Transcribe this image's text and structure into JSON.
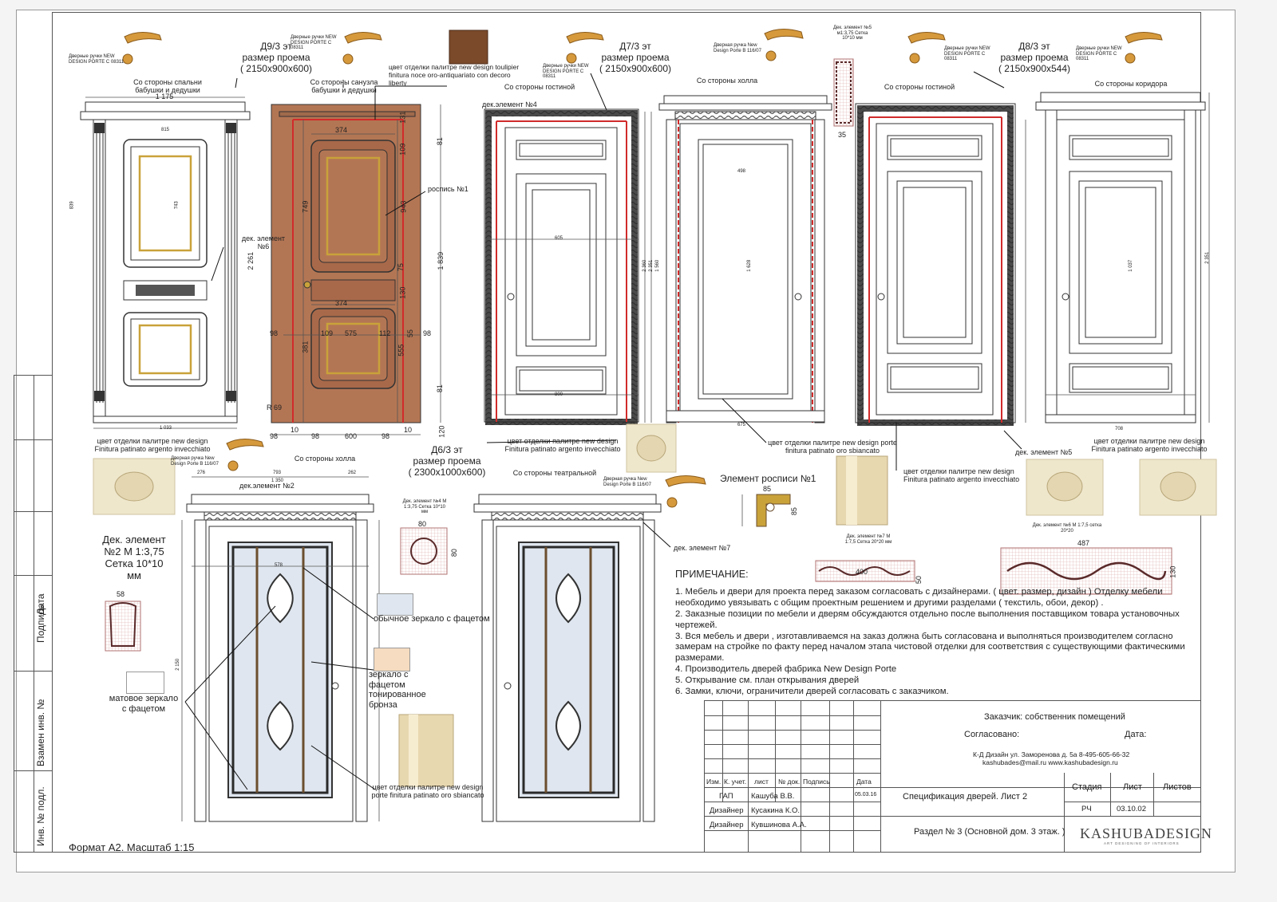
{
  "sheet": {
    "format_label": "Формат А2. Масштаб 1:15",
    "side_labels": [
      "Инв. № подл.",
      "Взамен инв. №",
      "Подпись",
      "Дата"
    ]
  },
  "top_row": {
    "d9": {
      "title": "Д9/3 эт",
      "subtitle": "размер проема",
      "size": "( 2150x900x600)",
      "side_left": "Со стороны  спальни бабушки и дедушки",
      "side_right": "Со стороны санузла бабушки и дедушки",
      "handle_label": "Дверные ручки NEW DESIGN PORTE C 08311",
      "handle_label_2": "Дверные ручки NEW DESIGN PORTE C 08311",
      "finish_top": "цвет отделки палитре new design toulipier finitura noce oro-antiquariato con decoro liberty",
      "finish_bottom": "цвет отделки палитре new design Finitura patinato argento invecchiato",
      "dec_element": "дек. элемент №6",
      "painting": "роспись №1",
      "dims": {
        "w1": "1 175",
        "w2": "815",
        "w3": "1 033",
        "h1": "2 261",
        "h2": "839",
        "h3": "743",
        "a": "374",
        "b": "374",
        "c": "575",
        "d": "943",
        "e": "749",
        "f": "381",
        "g": "555",
        "h": "1 839",
        "i": "98",
        "j": "600",
        "k": "10",
        "r": "R 69",
        "n": "131",
        "m": "109",
        "o": "81",
        "p": "75",
        "q": "130",
        "s": "120",
        "u": "112",
        "v": "55",
        "x": "109"
      }
    },
    "d7": {
      "title": "Д7/3 эт",
      "subtitle": "размер проема",
      "size": "( 2150x900x600)",
      "side_left": "Со стороны гостиной",
      "side_right": "Со стороны холла",
      "handle_label": "Дверные ручки NEW DESIGN PORTE C 08311",
      "handle_label_2": "Дверная ручка New Design Porte В 116/07",
      "dec4": "дек.элемент №4",
      "dec5": "Дек. элемент №5 м1:3,75 Сетка 10*10 мм",
      "dec5_dim": "35",
      "finish_left": "цвет отделки палитре new design Finitura patinato argento invecchiato",
      "finish_right": "цвет отделки палитре new design porte finitura patinato oro sbiancato",
      "dims": {
        "a": "605",
        "b": "800",
        "c": "498",
        "d": "1 628",
        "e": "2 360",
        "f": "2 351",
        "g": "1 560",
        "h": "675"
      }
    },
    "d8": {
      "title": "Д8/3 эт",
      "subtitle": "размер проема",
      "size": "( 2150x900x544)",
      "side_left": "Со стороны гостиной",
      "side_right": "Со стороны коридора",
      "handle_label": "Дверные ручки NEW DESIGN PORTE C 08311",
      "handle_label_2": "Дверные ручки NEW DESIGN PORTE C 08311",
      "finish_left": "цвет отделки палитре new design Finitura patinato argento invecchiato",
      "finish_right": "цвет отделки палитре new design Finitura patinato argento invecchiato",
      "dec5": "дек. элемент №5",
      "dims": {
        "a": "2 351",
        "b": "708",
        "c": "1 037"
      }
    }
  },
  "bottom_row": {
    "d6": {
      "title": "Д6/3 эт",
      "subtitle": "размер проема",
      "size": "( 2300x1000x600)",
      "side_left": "Со стороны холла",
      "side_right": "Со стороны театральной",
      "handle_label": "Дверная ручка New Design Porte В 116/07",
      "handle_label_2": "Дверная ручка New Design Porte В 116/07",
      "dec2": "дек.элемент №2",
      "dec7": "дек. элемент №7",
      "dims": {
        "a": "1 350",
        "b": "793",
        "c": "276",
        "d": "262",
        "e": "578",
        "f": "2 150"
      },
      "finish": "цвет отделки палитре new design porte finitura patinato oro sbiancato"
    },
    "dec2_block": {
      "text": "Дек. элемент №2 М 1:3,75 Сетка 10*10 мм",
      "dim": "58"
    },
    "dec4_block": {
      "text": "Дек. элемент №4 М 1:3,75 Сетка 10*10 мм",
      "dim": "80",
      "dim2": "80"
    },
    "dec7_block": {
      "text": "Дек. элемент №7 М 1:7,5 Сетка 20*20 мм",
      "dim": "400",
      "dim2": "50"
    },
    "dec6_block": {
      "text": "Дек. элемент №6 М 1:7,5 сетка 20*20",
      "dim": "487",
      "dim2": "130"
    },
    "painting_block": {
      "title": "Элемент росписи №1",
      "dim": "85",
      "dim2": "85"
    },
    "swatch_1": "обычное зеркало с фацетом",
    "swatch_2": "зеркало с фацетом тонированное бронза",
    "swatch_3": "матовое зеркало с фацетом",
    "finish_d8_mid": "цвет отделки палитре new design Finitura patinato argento invecchiato"
  },
  "notes": {
    "heading": "ПРИМЕЧАНИЕ:",
    "items": [
      "1.  Мебель  и двери для проекта перед заказом согласовать с дизайнерами. ( цвет. размер, дизайн ) Отделку мебели необходимо увязывать с общим проектным решением и другими разделами ( текстиль, обои, декор) .",
      "2. Заказные позиции по мебели и дверям обсуждаются отдельно после выполнения поставщиком товара установочных чертежей.",
      "3. Вся мебель и двери , изготавливаемся на заказ должна быть согласована и выполняться производителем согласно замерам на стройке по факту перед началом этапа чистовой отделки для соответствия с существующими фактическими размерами.",
      "4. Производитель дверей фабрика New Design Porte",
      "5. Открывание см. план открывания дверей",
      "6. Замки, ключи, ограничители дверей согласовать с заказчиком."
    ]
  },
  "title_block": {
    "customer": "Заказчик: собственник помещений",
    "agreed": "Согласовано:",
    "date_label": "Дата:",
    "company": "К-Д Дизайн ул. Заморенова д. 5а 8-495-605-66-32",
    "contacts": "kashubades@mail.ru   www.kashubadesign.ru",
    "header_cols": [
      "Изм.",
      "К. учет.",
      "лист",
      "№ док.",
      "Подпись",
      "Дата"
    ],
    "rows": [
      {
        "role": "ГАП",
        "name": "Кашуба В.В.",
        "date": "05.03.16"
      },
      {
        "role": "Дизайнер",
        "name": "Кусакина К.О.",
        "date": ""
      },
      {
        "role": "Дизайнер",
        "name": "Кувшинова А.А.",
        "date": ""
      }
    ],
    "spec": "Спецификация дверей. Лист 2",
    "section": "Раздел № 3 (Основной дом. 3 этаж. )",
    "stage_label": "Стадия",
    "sheet_label": "Лист",
    "sheets_label": "Листов",
    "stage": "РЧ",
    "sheet": "03.10.02",
    "logo": "KASHUBADESIGN",
    "logo_sub": "ART DESIGNING OF INTERIORS"
  },
  "colors": {
    "wood": "#b37654",
    "frame_dark": "#2a2a2a",
    "red_line": "#d12b2b",
    "gold": "#c9a23a",
    "cream": "#efe7cc",
    "glass": "#dfe6ef",
    "bronze_glass": "#f6dcc0"
  }
}
